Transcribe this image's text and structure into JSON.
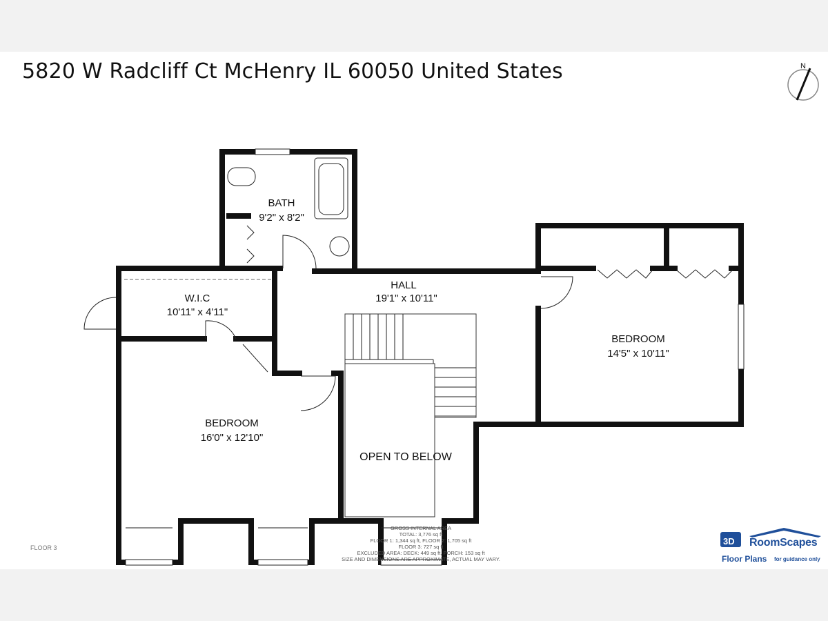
{
  "header": {
    "address": "5820 W Radcliff Ct McHenry IL 60050 United States"
  },
  "compass": {
    "north_label": "N"
  },
  "rooms": {
    "bath": {
      "name": "BATH",
      "dims": "9'2\" x 8'2\""
    },
    "hall": {
      "name": "HALL",
      "dims": "19'1\" x 10'11\""
    },
    "wic": {
      "name": "W.I.C",
      "dims": "10'11\" x 4'11\""
    },
    "bedroom_right": {
      "name": "BEDROOM",
      "dims": "14'5\" x 10'11\""
    },
    "bedroom_left": {
      "name": "BEDROOM",
      "dims": "16'0\" x 12'10\""
    },
    "open": {
      "name": "OPEN TO BELOW"
    }
  },
  "area": {
    "heading": "GROSS INTERNAL AREA",
    "total": "TOTAL: 3,776 sq ft",
    "floors12": "FLOOR 1: 1,344 sq ft, FLOOR 2: 1,705 sq ft",
    "floor3": "FLOOR 3: 727 sq ft",
    "excluded": "EXCLUDED AREA: DECK: 449 sq ft, PORCH: 153 sq ft",
    "disclaimer": "SIZE AND DIMENSIONS ARE APPROXIMATE, ACTUAL MAY VARY."
  },
  "floor_tag": "FLOOR 3",
  "logo": {
    "brand": "RoomScapes",
    "sub": "Floor Plans",
    "tag": "for guidance only",
    "colors": {
      "primary": "#1f4f9a"
    }
  }
}
